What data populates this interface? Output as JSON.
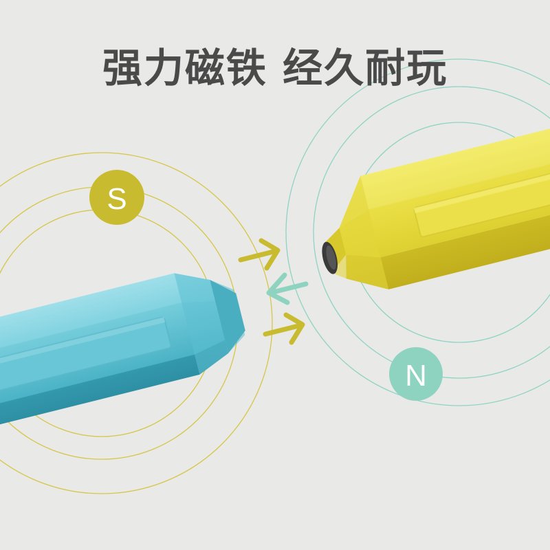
{
  "headline": "强力磁铁 经久耐玩",
  "poles": {
    "south": {
      "label": "S",
      "color": "#c9bb2f"
    },
    "north": {
      "label": "N",
      "color": "#8ed3c0"
    }
  },
  "colors": {
    "background": "#e9e9e7",
    "headline_text": "#4a4a4a",
    "blue_pencil": "#6cc7d7",
    "yellow_pencil": "#e7dc3a",
    "south_rings": "#d6c64a",
    "north_rings": "#8fd3c4",
    "arrow_attract": "#c9bb2f",
    "arrow_repel": "#8ed3c0"
  },
  "icons": {
    "magnet_pencil_left": "blue-hexagonal-pencil",
    "magnet_pencil_right": "yellow-hexagonal-pencil",
    "arrows": [
      "arrow-right-icon",
      "arrow-left-icon",
      "arrow-right-icon"
    ]
  }
}
